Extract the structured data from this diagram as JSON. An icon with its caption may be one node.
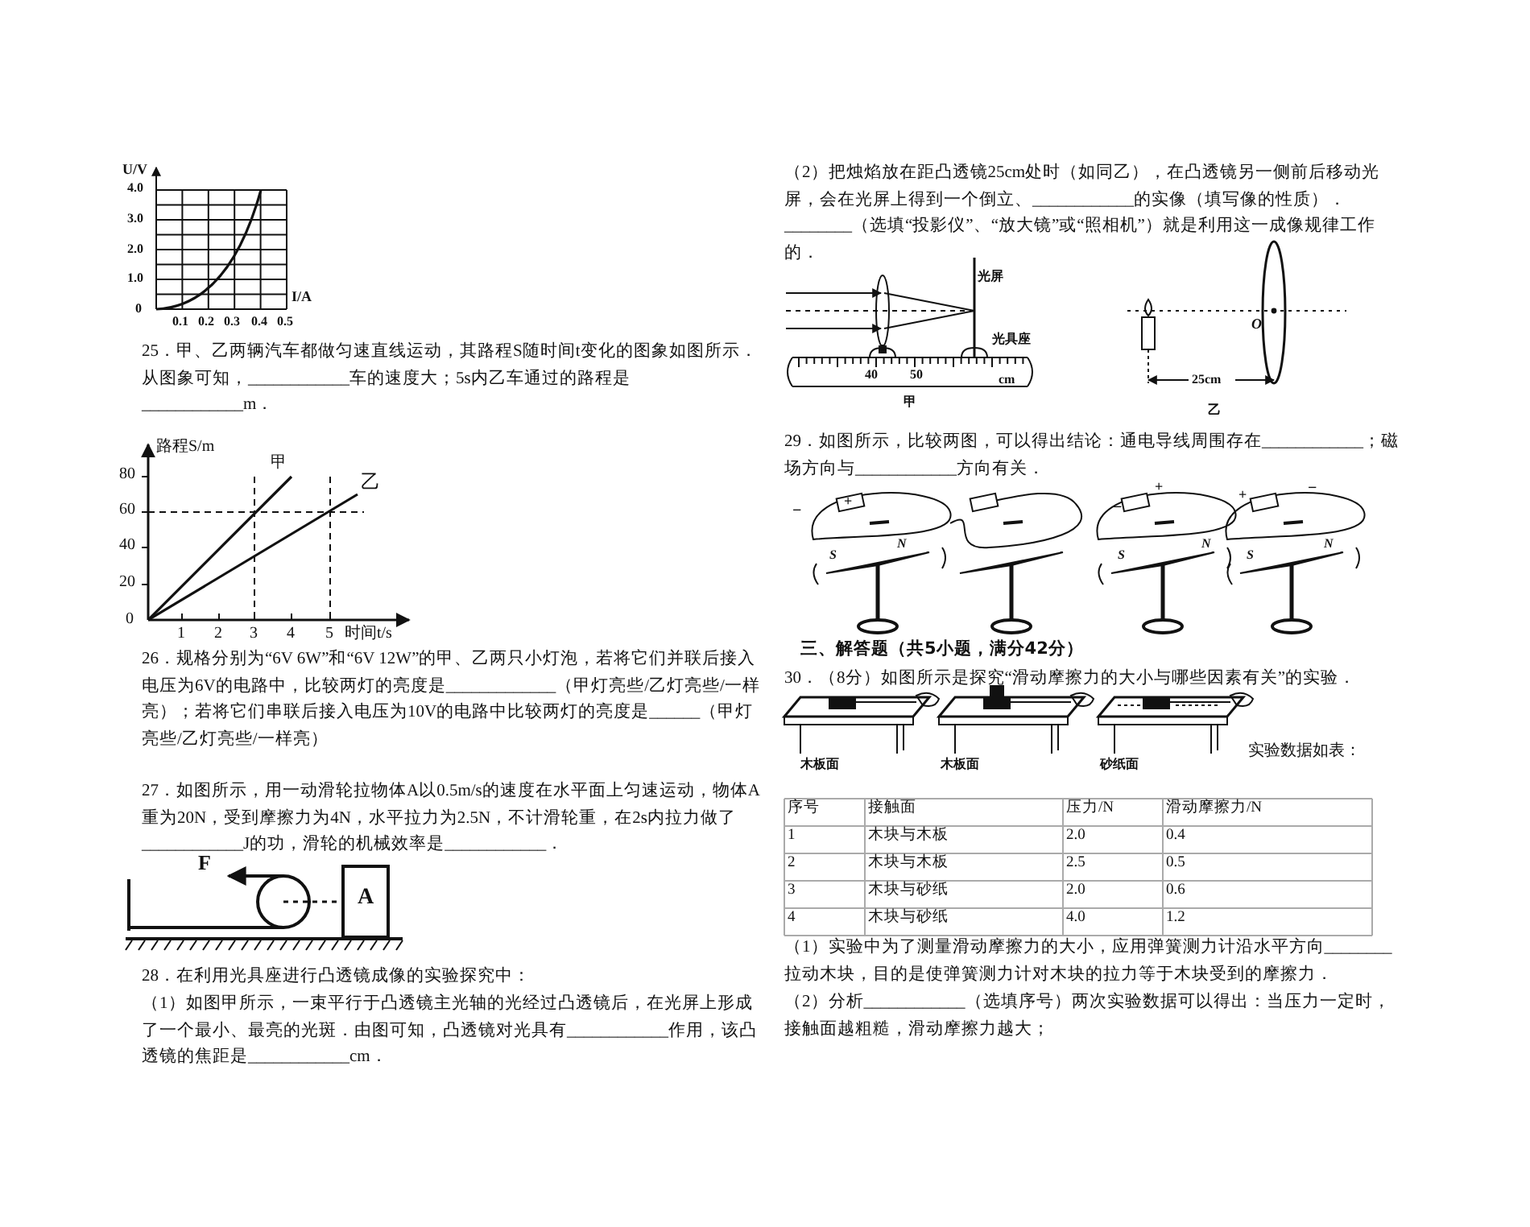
{
  "diagram": {
    "labels": [
      "U/V",
      "4.0",
      "3.0",
      "2.0",
      "1.0",
      "0",
      "0.1",
      "0.2",
      "0.3",
      "0.4",
      "0.5",
      "I/A",
      "25．甲、乙两辆汽车都做匀速直线运动，其路程S随时间t变化的图象如图所示．从图象可知，____________车的速度大；5s内乙车通过的路程是____________m．",
      "路程S/m",
      "甲",
      "乙",
      "80",
      "60",
      "40",
      "20",
      "0",
      "1",
      "2",
      "3",
      "4",
      "5",
      "时间t/s",
      "26．规格分别为“6V 6W”和“6V 12W”的甲、乙两只小灯泡，若将它们并联后接入电压为6V的电路中，比较两灯的亮度是_____________（甲灯亮些/乙灯亮些/一样亮）；若将它们串联后接入电压为10V的电路中比较两灯的亮度是______（甲灯亮些/乙灯亮些/一样亮）",
      "27．如图所示，用一动滑轮拉物体A以0.5m/s的速度在水平面上匀速运动，物体A重为20N，受到摩擦力为4N，水平拉力为2.5N，不计滑轮重，在2s内拉力做了____________J的功，滑轮的机械效率是____________．",
      "F",
      "A",
      "28．在利用光具座进行凸透镜成像的实验探究中：",
      "（1）如图甲所示，一束平行于凸透镜主光轴的光经过凸透镜后，在光屏上形成了一个最小、最亮的光斑．由图可知，凸透镜对光具有____________作用，该凸透镜的焦距是____________cm．",
      "（2）把烛焰放在距凸透镜25cm处时（如同乙），在凸透镜另一侧前后移动光屏，会在光屏上得到一个倒立、____________的实像（填写像的性质）．________（选填“投影仪”、“放大镜”或“照相机”）就是利用这一成像规律工作的．",
      "光屏",
      "光具座",
      "40",
      "50",
      "cm",
      "甲",
      "O",
      "25cm",
      "乙",
      "29．如图所示，比较两图，可以得出结论：通电导线周围存在____________；磁场方向与____________方向有关．",
      "−",
      "+",
      "S",
      "N",
      "−",
      "+",
      "S",
      "N",
      "+",
      "−",
      "S",
      "N",
      "三、解答题（共5小题，满分42分）",
      "30．（8分）如图所示是探究“滑动摩擦力的大小与哪些因素有关”的实验．",
      "木板面",
      "木板面",
      "砂纸面",
      "实验数据如表：",
      "序号",
      "接触面",
      "压力/N",
      "滑动摩擦力/N",
      "1",
      "木块与木板",
      "2.0",
      "0.4",
      "2",
      "木块与木板",
      "2.5",
      "0.5",
      "3",
      "木块与砂纸",
      "2.0",
      "0.6",
      "4",
      "木块与砂纸",
      "4.0",
      "1.2",
      "（1）实验中为了测量滑动摩擦力的大小，应用弹簧测力计沿水平方向________拉动木块，目的是使弹簧测力计对木块的拉力等于木块受到的摩擦力．",
      "（2）分析____________（选填序号）两次实验数据可以得出：当压力一定时，接触面越粗糙，滑动摩擦力越大；"
    ]
  }
}
